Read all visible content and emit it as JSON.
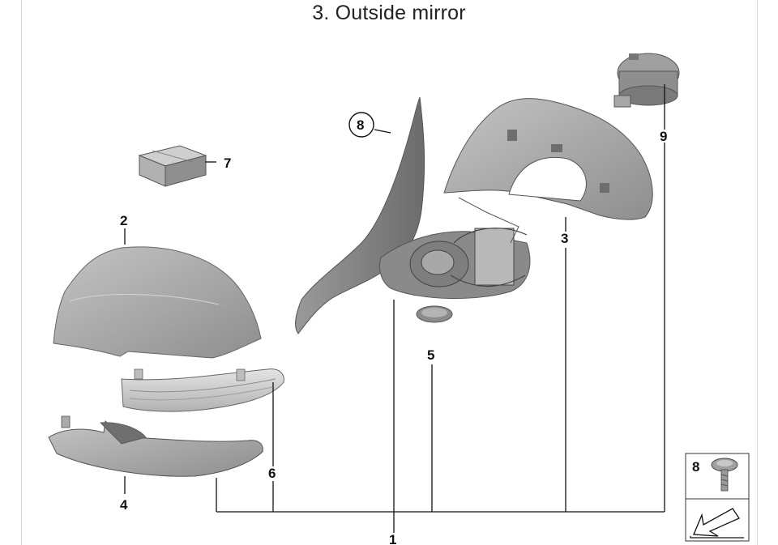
{
  "title": "3. Outside mirror",
  "callouts": {
    "c1": "1",
    "c2": "2",
    "c3": "3",
    "c4": "4",
    "c5": "5",
    "c6": "6",
    "c7": "7",
    "c8_circled": "8",
    "c8_box": "8",
    "c9": "9"
  },
  "icons": {
    "circled_callout": "circle-outline",
    "screw": "screw-icon",
    "corner_arrow": "arrow-icon"
  },
  "colors": {
    "part_fill": "#a9a9a9",
    "part_dark": "#7d7d7d",
    "line": "#111111"
  }
}
